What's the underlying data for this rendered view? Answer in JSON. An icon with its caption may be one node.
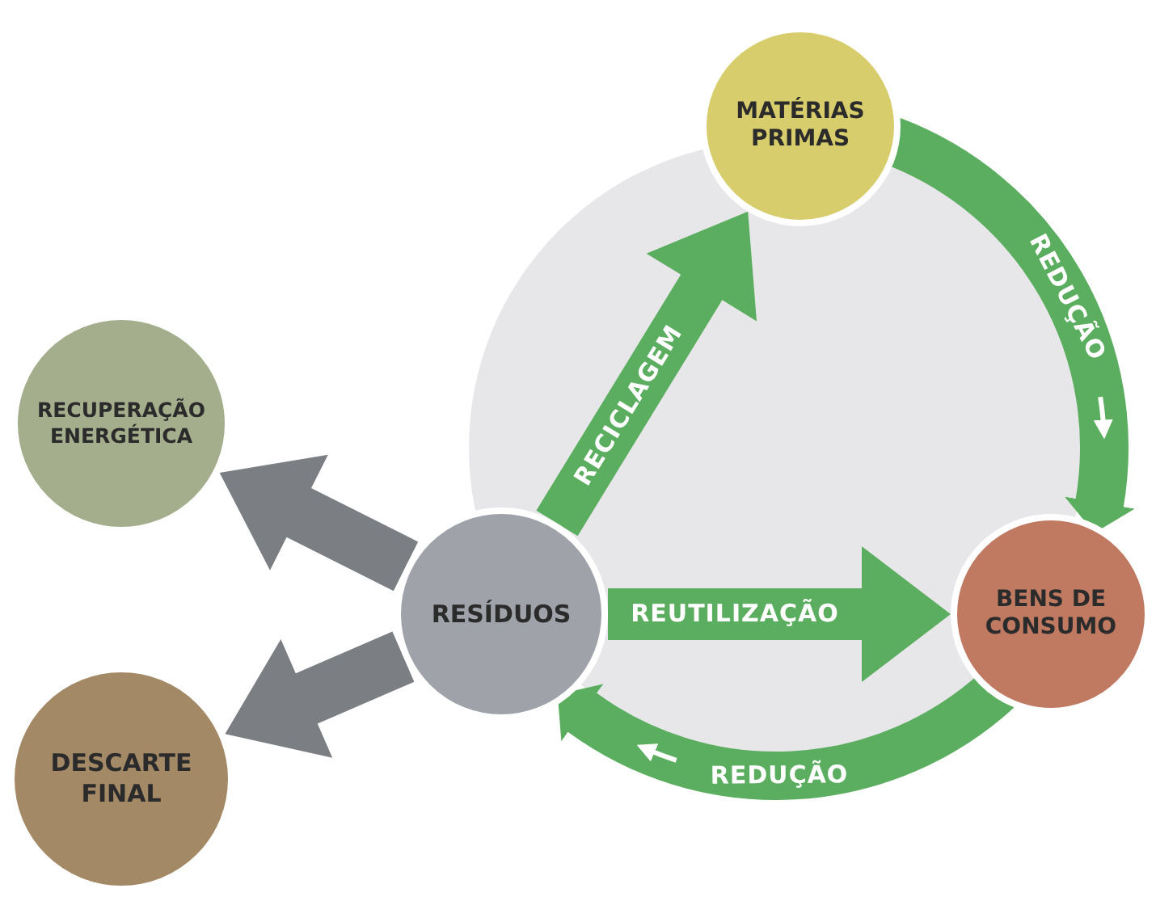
{
  "diagram": {
    "nodes": [
      {
        "text": [
          "MATÉRIAS PRIMAS"
        ]
      },
      {
        "text": [
          "RECUPERAÇÃO ENERGÉTICA"
        ]
      },
      {
        "text": [
          "RESÍDUOS"
        ]
      },
      {
        "text": [
          "BENS DE CONSUMO"
        ]
      },
      {
        "text": [
          "DESCARTE FINAL"
        ]
      }
    ],
    "edges": [
      {
        "from": 2,
        "to": 0,
        "arrow": "to",
        "label": "RECICLAGEM"
      },
      {
        "from": 2,
        "to": 3,
        "arrow": "to",
        "label": "REUTILIZAÇÃO"
      },
      {
        "from": 0,
        "to": 3,
        "arrow": "to",
        "label": "REDUÇÃO"
      },
      {
        "from": 3,
        "to": 2,
        "arrow": "to",
        "label": "REDUÇÃO"
      },
      {
        "from": 2,
        "to": 1,
        "arrow": "to",
        "color": "#7b7e83"
      },
      {
        "from": 2,
        "to": 4,
        "arrow": "to",
        "color": "#7b7e83"
      }
    ]
  }
}
